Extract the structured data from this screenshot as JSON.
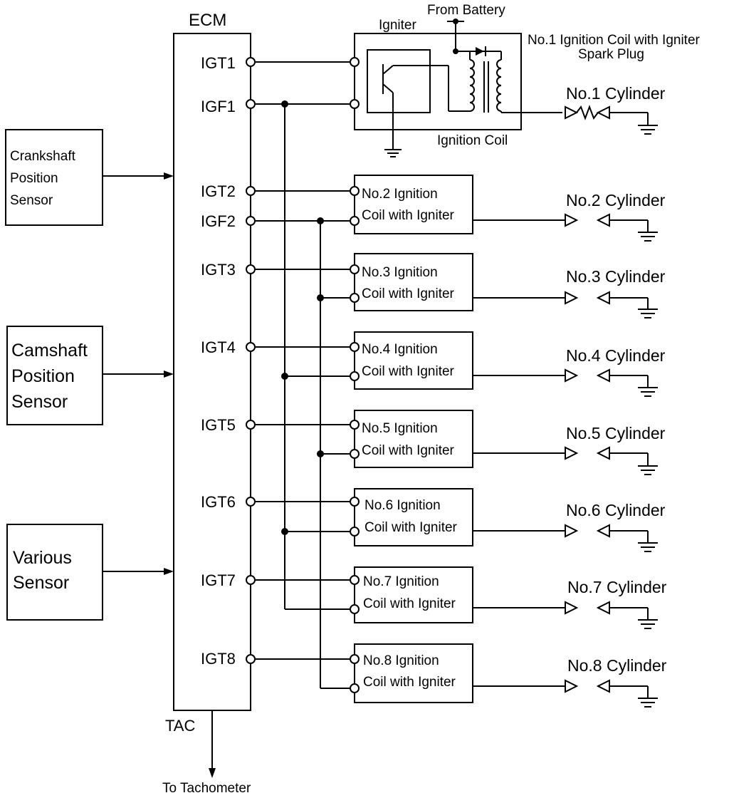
{
  "ecm": {
    "label": "ECM",
    "tac_label": "TAC",
    "tach_label": "To Tachometer",
    "terminals": [
      "IGT1",
      "IGF1",
      "IGT2",
      "IGF2",
      "IGT3",
      "IGT4",
      "IGT5",
      "IGT6",
      "IGT7",
      "IGT8"
    ]
  },
  "sensors": [
    {
      "lines": [
        "Crankshaft",
        "Position",
        "Sensor"
      ]
    },
    {
      "lines": [
        "Camshaft",
        "Position",
        "Sensor"
      ]
    },
    {
      "lines": [
        "Various",
        "Sensor"
      ]
    }
  ],
  "coil1": {
    "igniter_label": "Igniter",
    "battery_label": "From Battery",
    "title_line1": "No.1 Ignition Coil with Igniter",
    "title_line2": "Spark Plug",
    "coil_label": "Ignition Coil"
  },
  "coils": [
    {
      "line1": "No.2 Ignition",
      "line2": "Coil with Igniter"
    },
    {
      "line1": "No.3 Ignition",
      "line2": "Coil with Igniter"
    },
    {
      "line1": "No.4 Ignition",
      "line2": "Coil with Igniter"
    },
    {
      "line1": "No.5 Ignition",
      "line2": "Coil with Igniter"
    },
    {
      "line1": "No.6 Ignition",
      "line2": "Coil with Igniter"
    },
    {
      "line1": "No.7 Ignition",
      "line2": "Coil with Igniter"
    },
    {
      "line1": "No.8 Ignition",
      "line2": "Coil with Igniter"
    }
  ],
  "cylinders": [
    "No.1 Cylinder",
    "No.2 Cylinder",
    "No.3 Cylinder",
    "No.4 Cylinder",
    "No.5 Cylinder",
    "No.6 Cylinder",
    "No.7 Cylinder",
    "No.8 Cylinder"
  ]
}
